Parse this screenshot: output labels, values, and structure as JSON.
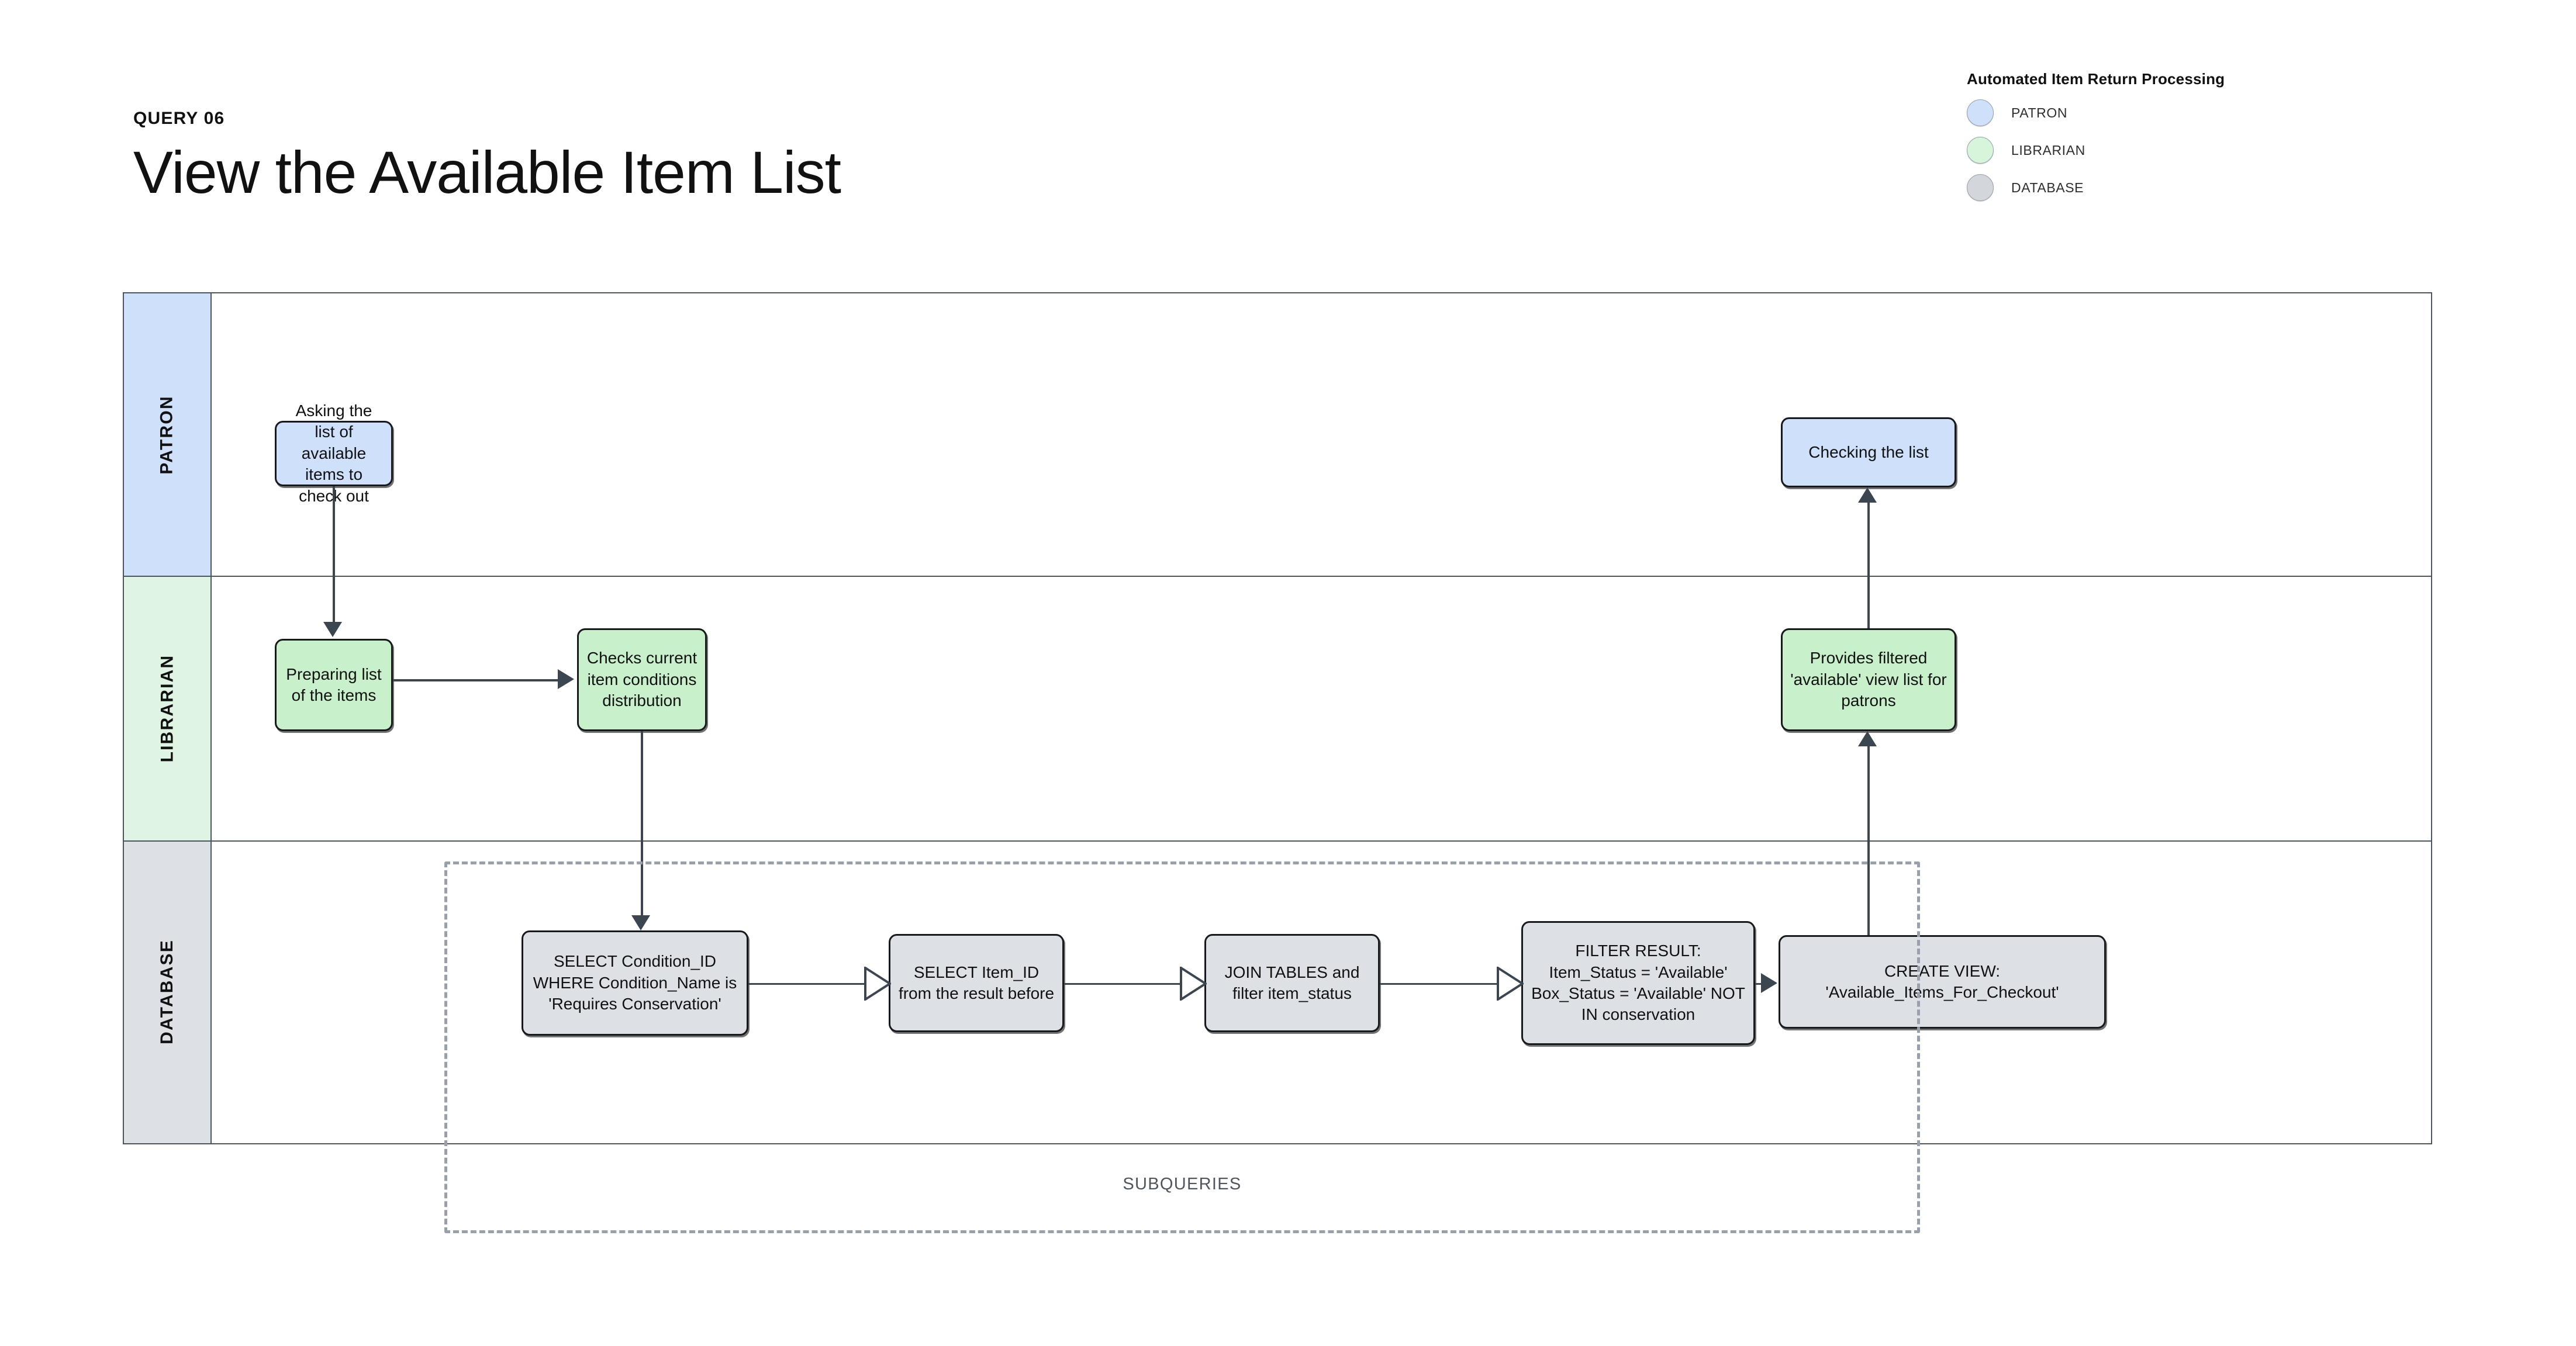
{
  "header": {
    "query_label": "QUERY 06",
    "title": "View the Available Item List"
  },
  "legend": {
    "title": "Automated Item Return Processing",
    "items": [
      {
        "label": "PATRON",
        "color": "#cfe0fb"
      },
      {
        "label": "LIBRARIAN",
        "color": "#c8f0cb"
      },
      {
        "label": "DATABASE",
        "color": "#dde1e6"
      }
    ]
  },
  "lanes": [
    {
      "name": "PATRON",
      "color": "#cfe0fb"
    },
    {
      "name": "LIBRARIAN",
      "color": "#dff4e2"
    },
    {
      "name": "DATABASE",
      "color": "#dde1e6"
    }
  ],
  "nodes": {
    "asking_list": "Asking the list of available items to check out",
    "checking_list": "Checking the list",
    "preparing_list": "Preparing list of the items",
    "checks_conditions": "Checks current item conditions distribution",
    "provides_filtered": "Provides filtered 'available' view list for patrons",
    "select_condition_id": "SELECT Condition_ID WHERE Condition_Name is 'Requires Conservation'",
    "select_item_id": "SELECT Item_ID from the result before",
    "join_tables": "JOIN TABLES and filter item_status",
    "filter_result": "FILTER RESULT: Item_Status = 'Available' Box_Status = 'Available' NOT IN conservation",
    "create_view": "CREATE VIEW: 'Available_Items_For_Checkout'"
  },
  "groups": {
    "subqueries_label": "SUBQUERIES"
  },
  "colors": {
    "patron": "#cfe0fb",
    "librarian": "#c8f0cb",
    "database": "#dde1e6",
    "lane_librarian_tint": "#dff4e2",
    "stroke": "#17191c",
    "connector": "#3c4651",
    "dashed": "#97a0ab"
  }
}
